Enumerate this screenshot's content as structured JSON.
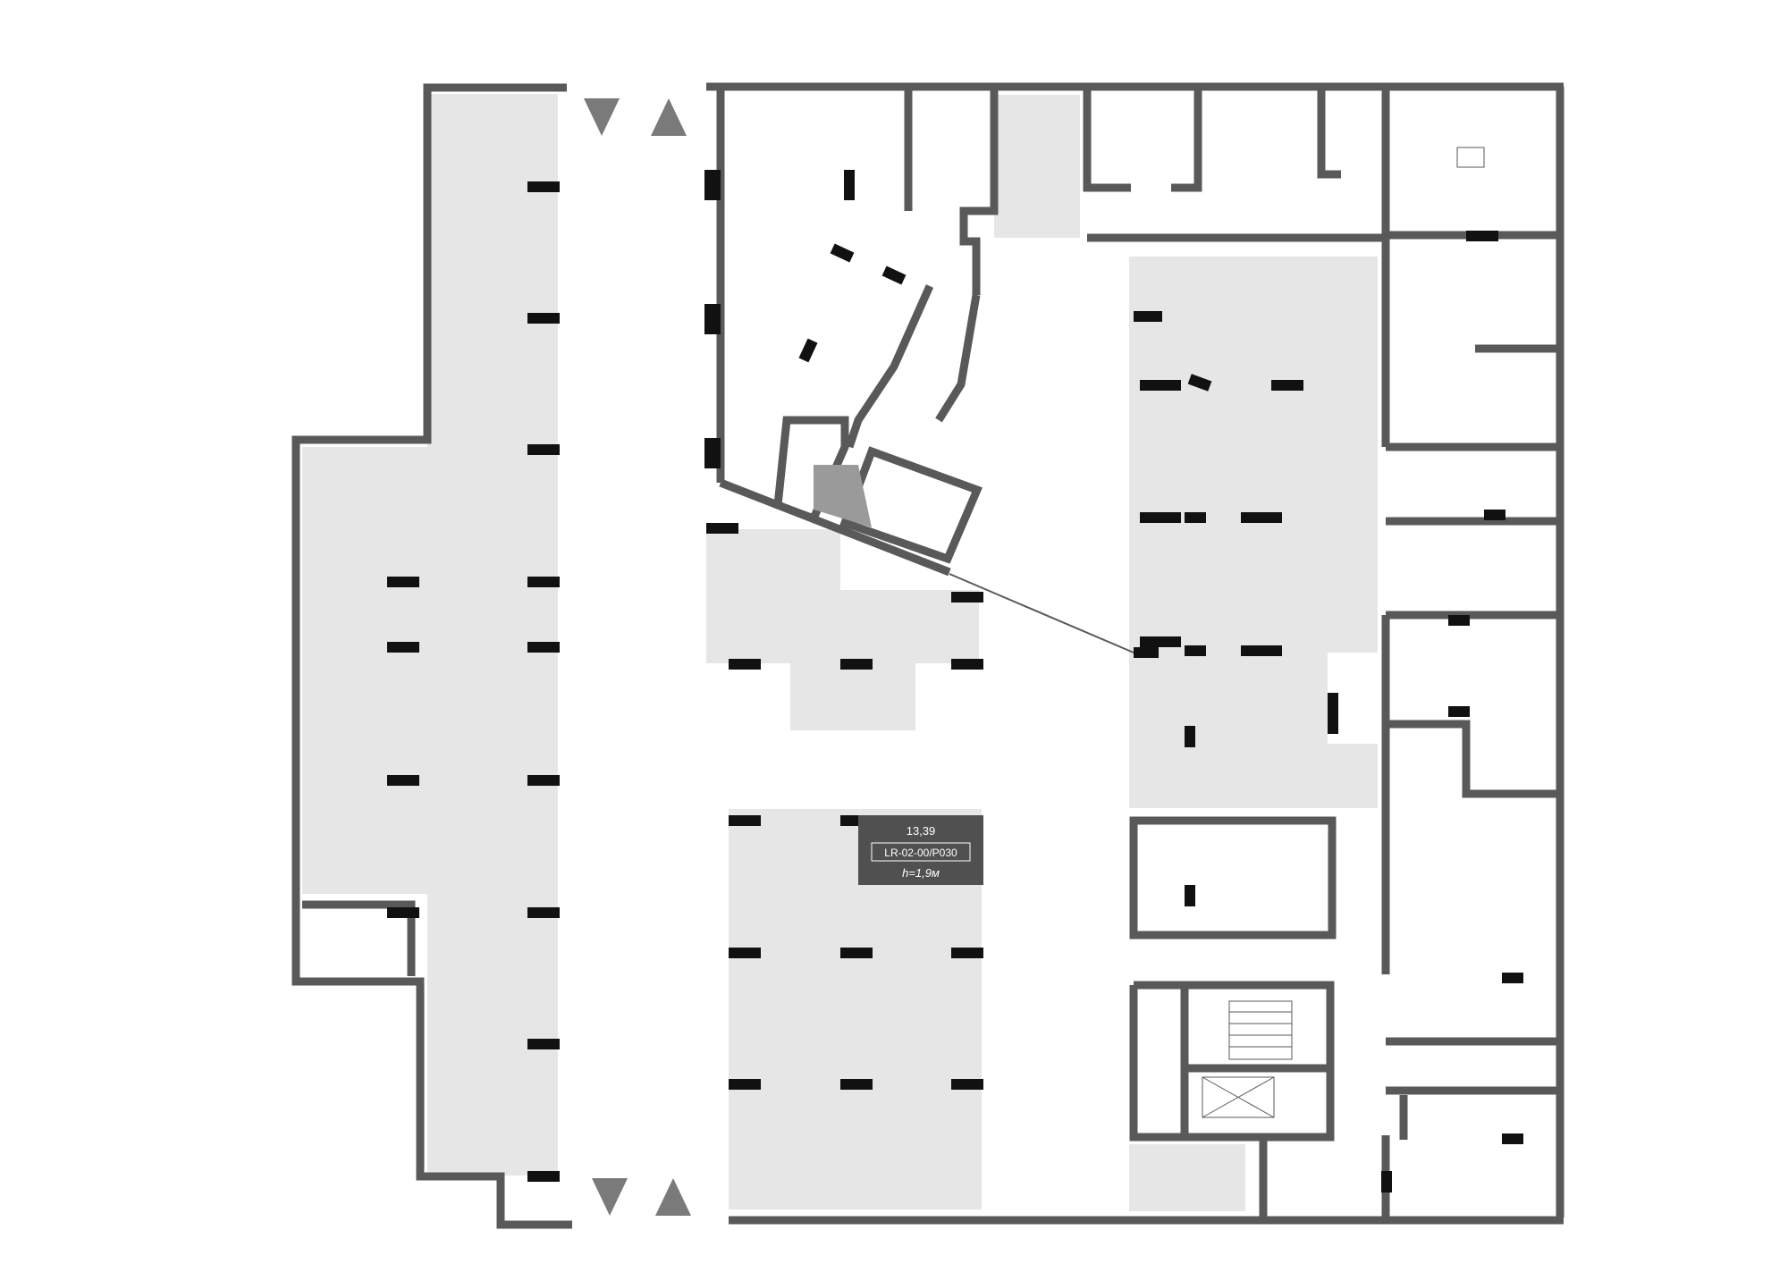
{
  "colors": {
    "wall": "#595959",
    "column": "#111111",
    "zone": "#e6e6e6",
    "stair": "#9a9a9a",
    "arrow": "#7a7a7a",
    "label_bg": "#505050",
    "label_text": "#ffffff"
  },
  "space_label": {
    "area": "13,39",
    "code": "LR-02-00/P030",
    "height": "h=1,9м"
  },
  "arrows": {
    "top_down": "arrow-down-icon",
    "top_up": "arrow-up-icon",
    "bottom_down": "arrow-down-icon",
    "bottom_up": "arrow-up-icon"
  }
}
